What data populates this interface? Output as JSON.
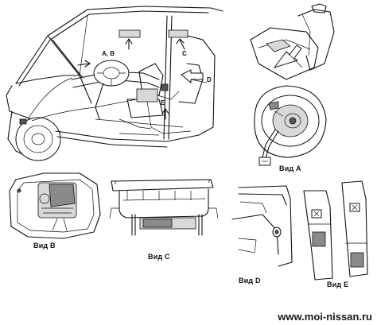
{
  "callouts": {
    "ab": "A, B",
    "c": "C",
    "d": "D",
    "e": "E"
  },
  "views": {
    "a": "Вид A",
    "b": "Вид  B",
    "c": "Вид C",
    "d": "Вид D",
    "e": "Вид E"
  },
  "watermark": "www.moi-nissan.ru"
}
